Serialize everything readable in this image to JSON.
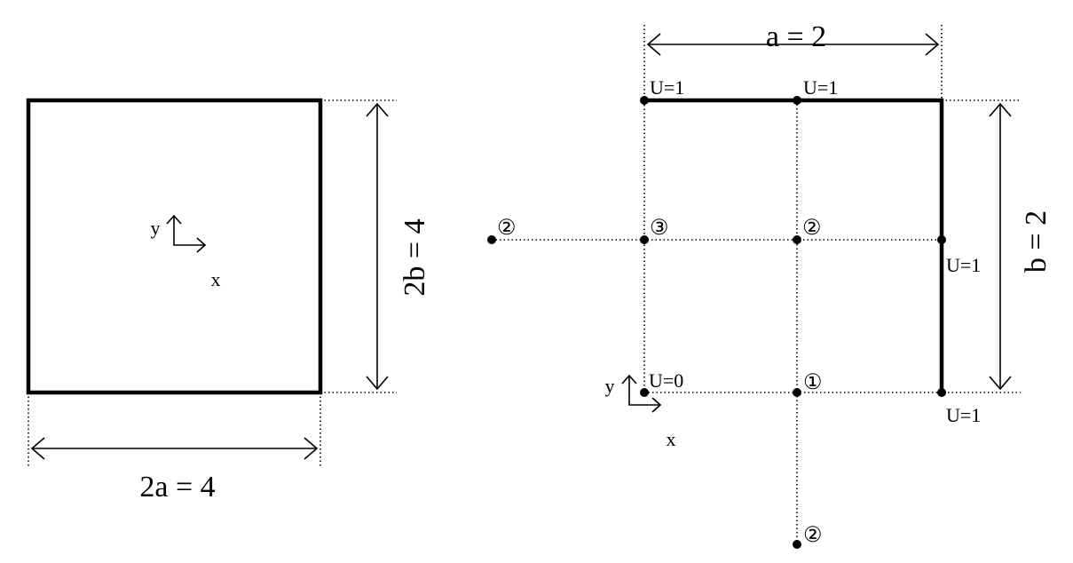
{
  "left_figure": {
    "width_label": "2a = 4",
    "height_label": "2b = 4",
    "axis_y_label": "y",
    "axis_x_label": "x"
  },
  "right_figure": {
    "width_label": "a = 2",
    "height_label": "b = 2",
    "axis_y_label": "y",
    "axis_x_label": "x",
    "boundary_labels": {
      "top_left": "U=1",
      "top_mid": "U=1",
      "right_mid": "U=1",
      "bottom_right": "U=1",
      "bottom_left": "U=0"
    },
    "node_labels": {
      "far_left": "②",
      "mid_left": "③",
      "center": "②",
      "bottom_mid": "①",
      "below": "②"
    }
  }
}
